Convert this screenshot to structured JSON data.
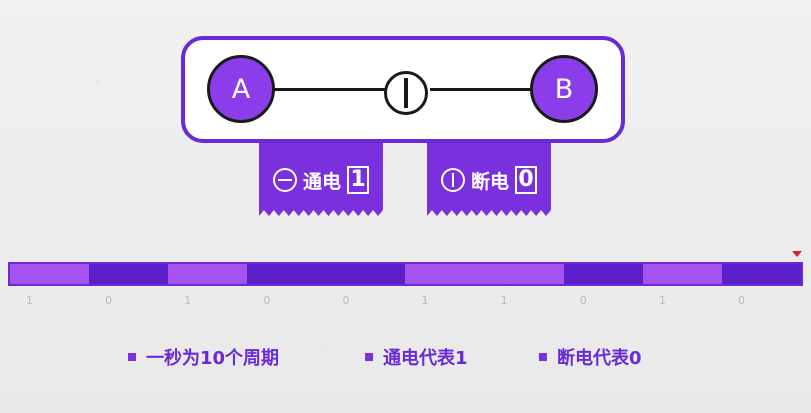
{
  "circuit": {
    "node_a": "A",
    "node_b": "B"
  },
  "tags": [
    {
      "label": "通电",
      "digit": "1"
    },
    {
      "label": "断电",
      "digit": "0"
    }
  ],
  "timeline": {
    "bits": [
      "1",
      "0",
      "1",
      "0",
      "0",
      "1",
      "1",
      "0",
      "1",
      "0"
    ]
  },
  "legend": [
    {
      "text": "一秒为10个周期"
    },
    {
      "text": "通电代表1"
    },
    {
      "text": "断电代表0"
    }
  ],
  "colors": {
    "accent": "#7a30dd",
    "light": "#a453f0",
    "dark": "#5a1fc8",
    "marker": "#e0201e"
  }
}
